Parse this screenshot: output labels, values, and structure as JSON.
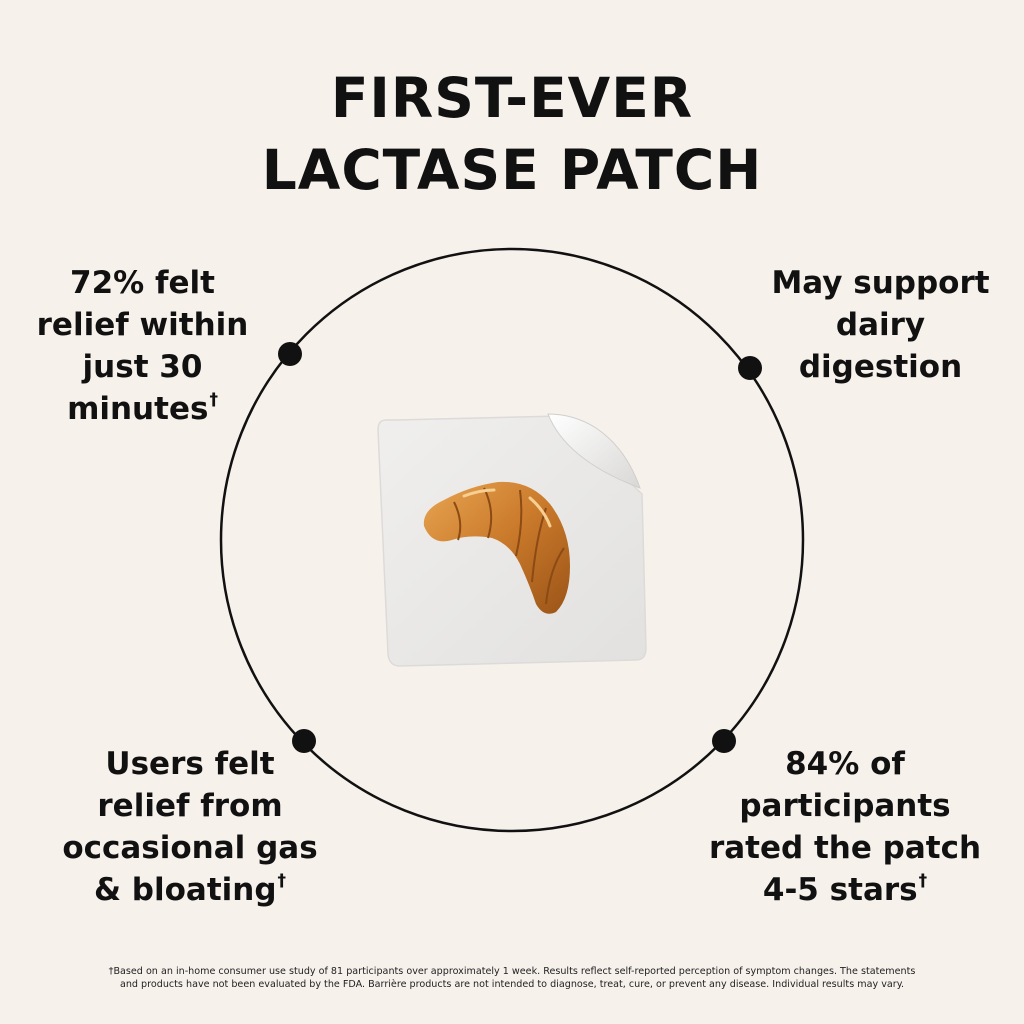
{
  "title": {
    "line1": "FIRST-EVER",
    "line2": "LACTASE PATCH"
  },
  "stats": {
    "top_left": {
      "lines": [
        "72% felt",
        "relief within",
        "just 30",
        "minutes"
      ],
      "mark": "†"
    },
    "top_right": {
      "lines": [
        "May support",
        "dairy",
        "digestion"
      ]
    },
    "bottom_left": {
      "lines": [
        "Users felt",
        "relief from",
        "occasional gas",
        "& bloating"
      ],
      "mark": "†"
    },
    "bottom_right": {
      "lines": [
        "84% of",
        "participants",
        "rated the patch",
        "4-5 stars"
      ],
      "mark": "†"
    }
  },
  "product_image": {
    "icon": "croissant-patch-icon"
  },
  "footnote": {
    "line1": "†Based on an in-home consumer use study of 81 participants over approximately 1 week. Results reflect self-reported perception of symptom changes. The statements",
    "line2": "and products have not been evaluated by the FDA. Barrière products are not intended to diagnose, treat, cure, or prevent any disease. Individual results may vary."
  },
  "colors": {
    "background": "#f7f1ec",
    "text": "#111111",
    "ring": "#111111",
    "patch": "#e9e8e6",
    "croissant": "#c9792a"
  }
}
